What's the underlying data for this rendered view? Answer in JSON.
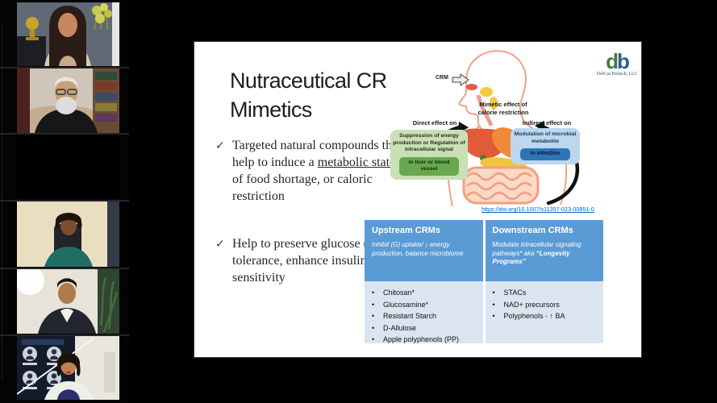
{
  "meeting": {
    "participants": [
      {
        "id": 1,
        "camera": "on",
        "descriptor": "woman-long-dark-hair-trophy-and-flowers-background"
      },
      {
        "id": 2,
        "camera": "on",
        "descriptor": "older-man-white-beard-glasses-bookshelf-background"
      },
      {
        "id": 3,
        "camera": "off",
        "descriptor": "black-video-tile"
      },
      {
        "id": 4,
        "camera": "on",
        "descriptor": "woman-teal-top-cream-wall"
      },
      {
        "id": 5,
        "camera": "on",
        "descriptor": "man-dark-suit-white-wall-plants"
      },
      {
        "id": 6,
        "camera": "on",
        "descriptor": "woman-white-blazer-presentation-screen-background"
      }
    ]
  },
  "slide": {
    "title": "Nutraceutical CR Mimetics",
    "check_glyph": "✓",
    "bullet1": {
      "pre": "Targeted natural compounds that help to induce a ",
      "underlined": "metabolic state",
      "post": " of food shortage, or caloric restriction"
    },
    "bullet2": "Help to preserve glucose (G) tolerance, enhance insulin sensitivity",
    "diagram": {
      "crm_label": "CRM",
      "mimetic_text": "Mimetic effect of calorie restriction",
      "direct_label": "Direct effect on",
      "direct_box": "Suppression of energy production or Regulation of intracellular signal",
      "direct_chip": "in liver or blood vessel",
      "indirect_label": "Indirect effect on",
      "indirect_box": "Modulation of microbial metabolite",
      "indirect_chip": "in intestine",
      "doi_link": "https://doi.org/10.1007/s11357-023-00851-0"
    },
    "logo": {
      "letter_d": "d",
      "letter_b": "b",
      "company": "DolCas Biotech, LLC"
    },
    "table": {
      "upstream": {
        "title": "Upstream CRMs",
        "subtitle": "Inhibit (G) uptake/ ↓ energy production, balance microbiome",
        "subtitle_bold": "",
        "items": [
          "Chitosan*",
          "Glucosamine*",
          "Resistant Starch",
          "D-Allulose",
          "Apple polyphenols (PP)"
        ]
      },
      "downstream": {
        "title": "Downstream CRMs",
        "subtitle": "Modulate intracellular signaling pathways* aka ",
        "subtitle_bold": "“Longevity Programs”",
        "items": [
          "STACs",
          "NAD+ precursors",
          "Polyphenols - ↑ BA"
        ]
      }
    },
    "colors": {
      "table_header_blue": "#5b9bd5",
      "table_body_blue": "#dbe5f1",
      "box_light_green": "#c9e0b6",
      "box_dark_green": "#69a84e",
      "box_light_blue": "#bcd6ee",
      "box_dark_blue": "#2e75b6",
      "link_blue": "#0563c1",
      "logo_green": "#3c7d3e",
      "logo_blue": "#2b5d9e"
    }
  }
}
